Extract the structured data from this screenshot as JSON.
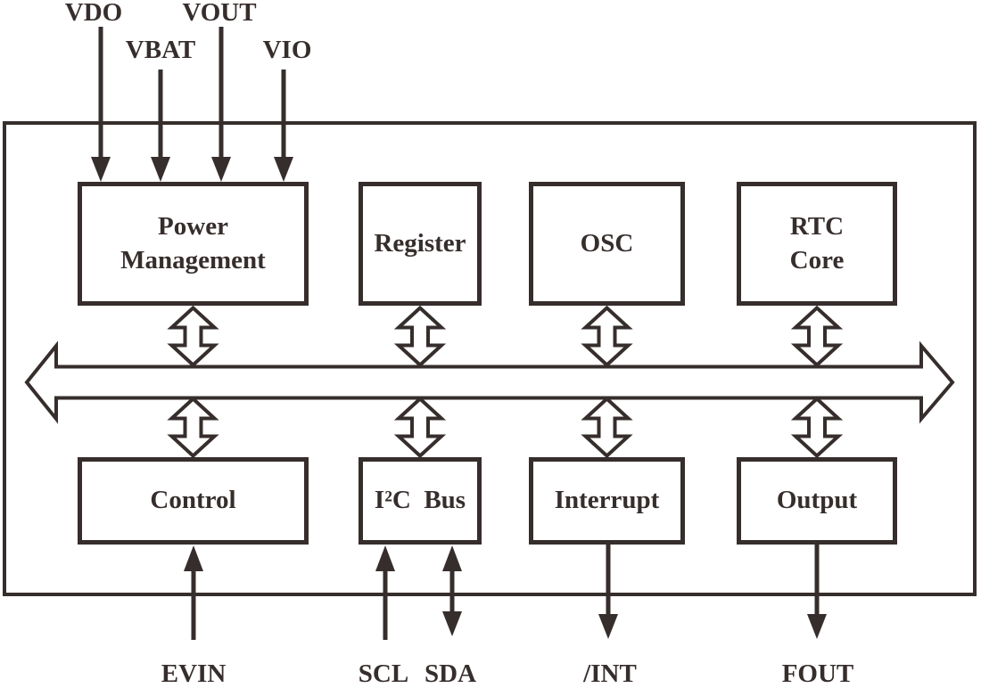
{
  "diagram": {
    "kind": "rtc-chip-block-diagram",
    "ink": "#362e2c",
    "background": "#ffffff"
  },
  "blocks": {
    "top_row": [
      {
        "id": "power-management",
        "label": "Power\nManagement"
      },
      {
        "id": "register",
        "label": "Register"
      },
      {
        "id": "osc",
        "label": "OSC"
      },
      {
        "id": "rtc-core",
        "label": "RTC\nCore"
      }
    ],
    "bottom_row": [
      {
        "id": "control",
        "label": "Control"
      },
      {
        "id": "i2c-bus",
        "label": "I²C  Bus"
      },
      {
        "id": "interrupt",
        "label": "Interrupt"
      },
      {
        "id": "output",
        "label": "Output"
      }
    ]
  },
  "pins": {
    "top": [
      {
        "label": "VDO",
        "direction": "in"
      },
      {
        "label": "VBAT",
        "direction": "in"
      },
      {
        "label": "VOUT",
        "direction": "in"
      },
      {
        "label": "VIO",
        "direction": "in"
      }
    ],
    "bottom": [
      {
        "label": "EVIN",
        "direction": "in"
      },
      {
        "label": "SCL",
        "direction": "in"
      },
      {
        "label": "SDA",
        "direction": "bidirectional"
      },
      {
        "label": "/INT",
        "direction": "out"
      },
      {
        "label": "FOUT",
        "direction": "out"
      }
    ]
  },
  "bus": {
    "description": "bidirectional internal bus",
    "style": "hollow-double-headed-horizontal-arrow"
  }
}
